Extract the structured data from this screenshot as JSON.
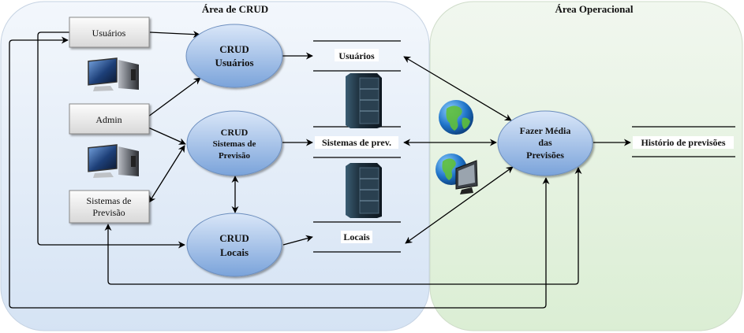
{
  "areas": {
    "crud": {
      "title": "Área de CRUD",
      "color_top": "#f1f6fb",
      "color_bottom": "#d6e4f5"
    },
    "operational": {
      "title": "Área Operacional",
      "color_top": "#eef6ec",
      "color_bottom": "#dcefd6"
    }
  },
  "actors": [
    {
      "id": "usuarios",
      "label": "Usuários"
    },
    {
      "id": "admin",
      "label": "Admin"
    },
    {
      "id": "sistemas",
      "label_line1": "Sistemas de",
      "label_line2": "Previsão"
    }
  ],
  "processes": [
    {
      "id": "crud-usuarios",
      "line1": "CRUD",
      "line2": "Usuários"
    },
    {
      "id": "crud-sistemas",
      "line1": "CRUD",
      "line2": "Sistemas de",
      "line3": "Previsão"
    },
    {
      "id": "crud-locais",
      "line1": "CRUD",
      "line2": "Locais"
    },
    {
      "id": "fazer-media",
      "line1": "Fazer Média",
      "line2": "das",
      "line3": "Previsões"
    }
  ],
  "datastores": [
    {
      "id": "ds-usuarios",
      "label": "Usuários"
    },
    {
      "id": "ds-sistemas",
      "label": "Sistemas de prev."
    },
    {
      "id": "ds-locais",
      "label": "Locais"
    },
    {
      "id": "ds-historico",
      "label": "Histório de previsões"
    }
  ],
  "icons": {
    "computer": "desktop-computer",
    "server": "server-rack",
    "globe": "globe",
    "globe_monitor": "globe-with-monitor"
  },
  "colors": {
    "ellipse_fill_top": "#d3e2f6",
    "ellipse_fill_bottom": "#7ea6dc",
    "ellipse_stroke": "#6d8fbf",
    "box_fill_top": "#fbfbfb",
    "box_fill_bottom": "#dcdcdc",
    "edge": "#000000"
  }
}
